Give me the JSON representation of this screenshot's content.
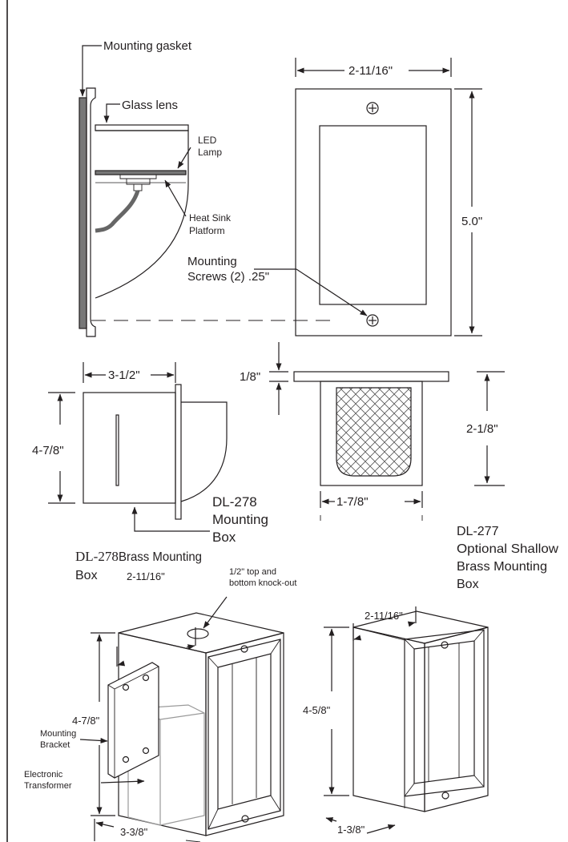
{
  "side_view": {
    "mounting_gasket": "Mounting gasket",
    "glass_lens": "Glass lens",
    "led_lamp": [
      "LED",
      "Lamp"
    ],
    "heat_sink": [
      "Heat Sink",
      "Platform"
    ]
  },
  "front_view": {
    "width": "2-11/16\"",
    "height": "5.0\"",
    "screws": [
      "Mounting",
      "Screws (2) .25\""
    ]
  },
  "box_side_view": {
    "depth": "3-1/2\"",
    "height": "4-7/8\""
  },
  "box_section": {
    "flange": "1/8\"",
    "height": "2-1/8\"",
    "width": "1-7/8\""
  },
  "dl278_caption": [
    "DL-278",
    "Mounting",
    "Box"
  ],
  "dl278_iso": {
    "title_prefix": "DL-278",
    "title_rest": " Brass Mounting",
    "title_line2": "Box",
    "width": "2-11/16\"",
    "knockout": [
      "1/2\" top and",
      "bottom knock-out"
    ],
    "height": "4-7/8\"",
    "bracket": [
      "Mounting",
      "Bracket"
    ],
    "transformer": [
      "Electronic",
      "Transformer"
    ],
    "depth": "3-3/8\""
  },
  "dl277_iso": {
    "title": [
      "DL-277",
      "Optional Shallow",
      "Brass Mounting",
      "Box"
    ],
    "width": "2-11/16\"",
    "height": "4-5/8\"",
    "depth": "1-3/8\""
  }
}
